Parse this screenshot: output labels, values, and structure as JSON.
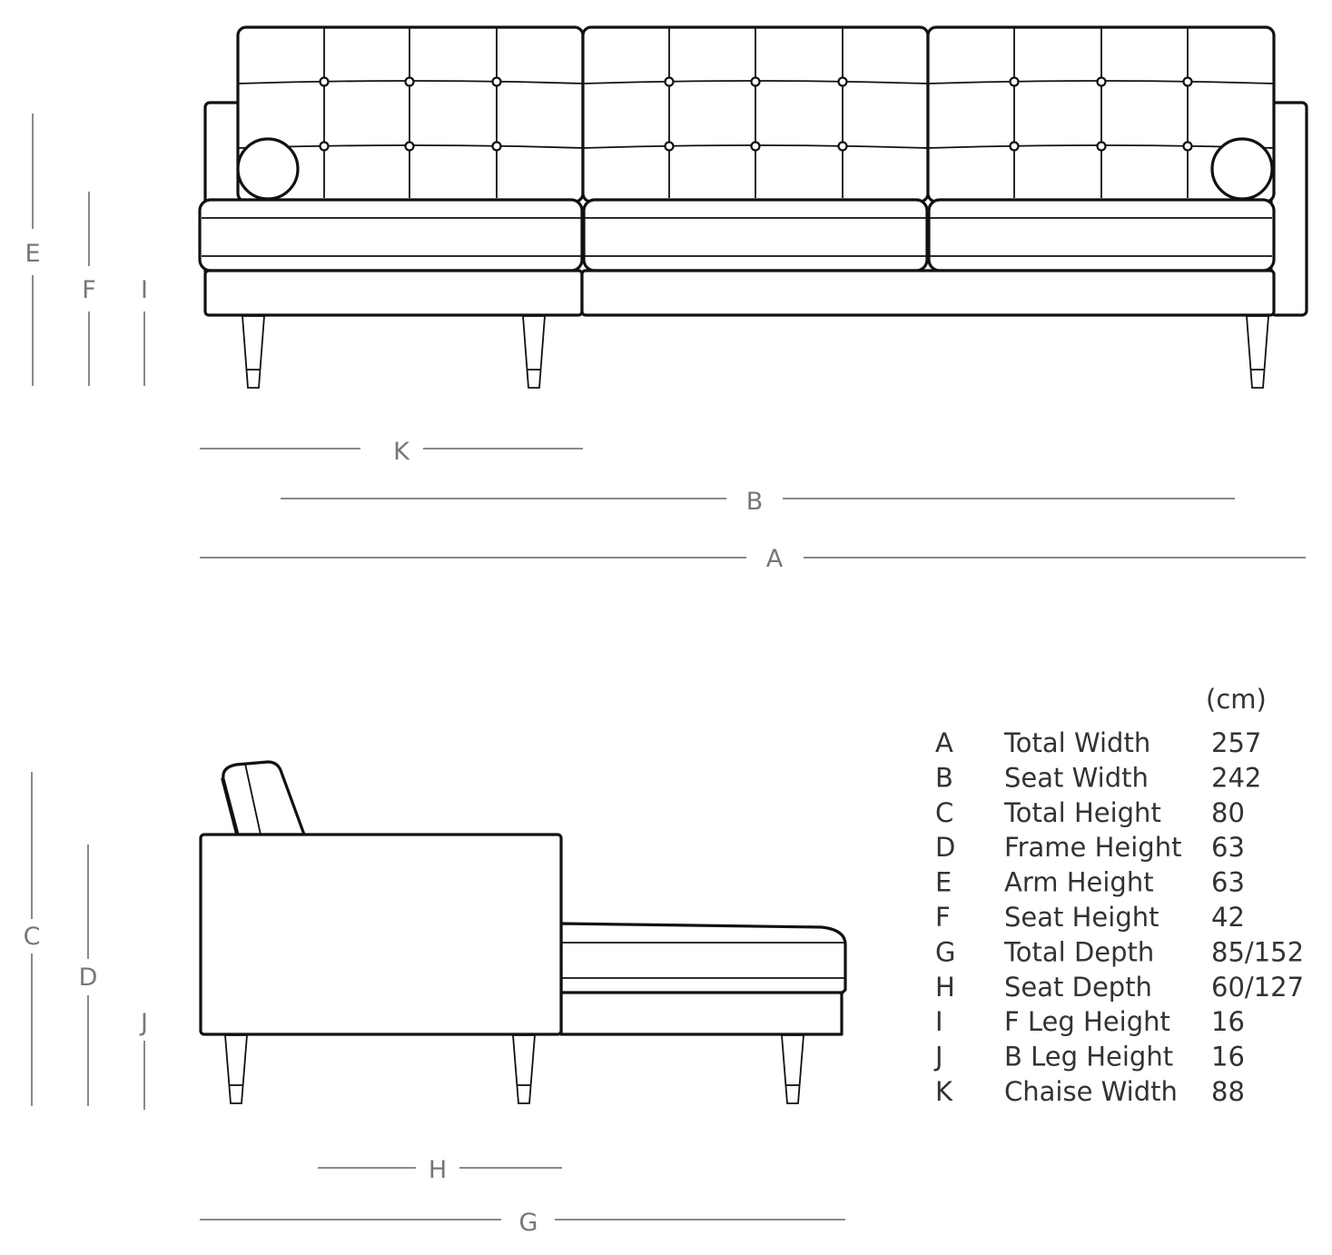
{
  "dimension_labels": {
    "A": "A",
    "B": "B",
    "C": "C",
    "D": "D",
    "E": "E",
    "F": "F",
    "G": "G",
    "H": "H",
    "I": "I",
    "J": "J",
    "K": "K"
  },
  "table": {
    "unit": "(cm)",
    "rows": [
      {
        "key": "A",
        "name": "Total Width",
        "value": "257"
      },
      {
        "key": "B",
        "name": "Seat Width",
        "value": "242"
      },
      {
        "key": "C",
        "name": "Total Height",
        "value": "80"
      },
      {
        "key": "D",
        "name": "Frame Height",
        "value": "63"
      },
      {
        "key": "E",
        "name": "Arm Height",
        "value": "63"
      },
      {
        "key": "F",
        "name": "Seat Height",
        "value": "42"
      },
      {
        "key": "G",
        "name": "Total Depth",
        "value": "85/152"
      },
      {
        "key": "H",
        "name": "Seat Depth",
        "value": "60/127"
      },
      {
        "key": "I",
        "name": "F Leg Height",
        "value": "16"
      },
      {
        "key": "J",
        "name": "B Leg Height",
        "value": "16"
      },
      {
        "key": "K",
        "name": "Chaise Width",
        "value": "88"
      }
    ]
  }
}
